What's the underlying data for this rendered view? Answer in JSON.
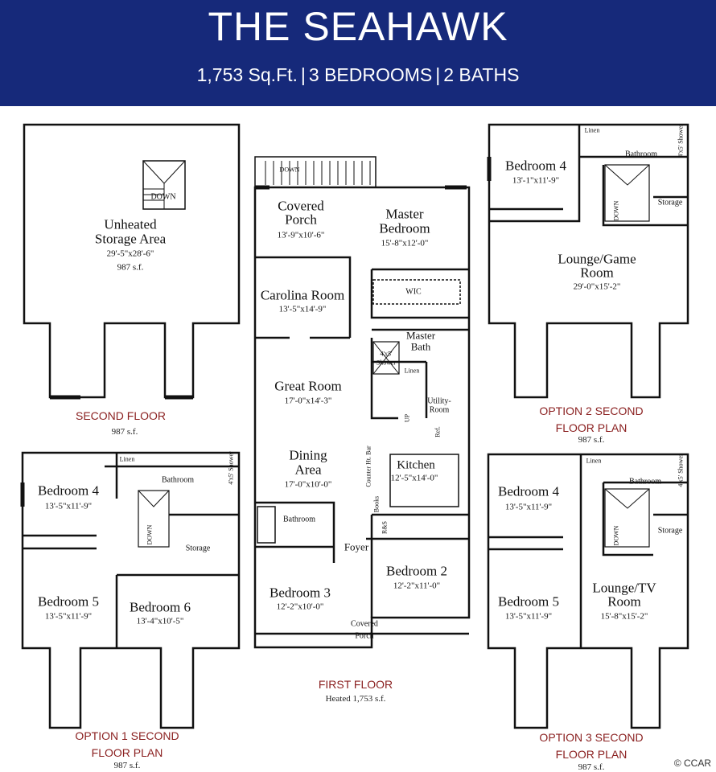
{
  "header": {
    "title": "THE SEAHAWK",
    "sqft": "1,753 Sq.Ft.",
    "bedrooms": "3 BEDROOMS",
    "baths": "2 BATHS",
    "separator": "|",
    "banner_color": "#16297a"
  },
  "second_floor": {
    "room": {
      "line1": "Unheated",
      "line2": "Storage Area",
      "dims": "29'-5\"x28'-6\"",
      "area": "987 s.f."
    },
    "stair_label": "DOWN",
    "caption": "SECOND FLOOR",
    "area": "987 s.f."
  },
  "first_floor": {
    "stair_label": "DOWN",
    "covered_porch_rear": {
      "line1": "Covered",
      "line2": "Porch",
      "dims": "13'-9\"x10'-6\""
    },
    "master_bedroom": {
      "line1": "Master",
      "line2": "Bedroom",
      "dims": "15'-8\"x12'-0\""
    },
    "carolina_room": {
      "name": "Carolina Room",
      "dims": "13'-5\"x14'-9\""
    },
    "wic": "WIC",
    "master_bath": {
      "line1": "Master",
      "line2": "Bath"
    },
    "shower": {
      "size": "4'x5'",
      "name": "Shower"
    },
    "linen": "Linen",
    "great_room": {
      "name": "Great Room",
      "dims": "17'-0\"x14'-3\""
    },
    "utility_room": {
      "line1": "Utility-",
      "line2": "Room"
    },
    "up_label": "UP",
    "ref": "Ref.",
    "dining_area": {
      "line1": "Dining",
      "line2": "Area",
      "dims": "17'-0\"x10'-0\""
    },
    "counter_bar": "Counter Ht. Bar",
    "kitchen": {
      "name": "Kitchen",
      "dims": "12'-5\"x14'-0\""
    },
    "books": "Books",
    "rs": "R&S",
    "bathroom": "Bathroom",
    "foyer": "Foyer",
    "bedroom2": {
      "name": "Bedroom 2",
      "dims": "12'-2\"x11'-0\""
    },
    "bedroom3": {
      "name": "Bedroom 3",
      "dims": "12'-2\"x10'-0\""
    },
    "covered_porch_front": {
      "line1": "Covered",
      "line2": "Porch"
    },
    "caption": "FIRST FLOOR",
    "area": "Heated 1,753 s.f."
  },
  "option2": {
    "bedroom4": {
      "name": "Bedroom 4",
      "dims": "13'-1\"x11'-9\""
    },
    "linen": "Linen",
    "bathroom": "Bathroom",
    "shower": "4'x5' Shower",
    "storage": "Storage",
    "down": "DOWN",
    "lounge": {
      "line1": "Lounge/Game",
      "line2": "Room",
      "dims": "29'-0\"x15'-2\""
    },
    "caption1": "OPTION 2 SECOND",
    "caption2": "FLOOR PLAN",
    "area": "987 s.f."
  },
  "option1": {
    "bedroom4": {
      "name": "Bedroom 4",
      "dims": "13'-5\"x11'-9\""
    },
    "linen": "Linen",
    "bathroom": "Bathroom",
    "shower": "4'x5' Shower",
    "storage": "Storage",
    "down": "DOWN",
    "bedroom5": {
      "name": "Bedroom 5",
      "dims": "13'-5\"x11'-9\""
    },
    "bedroom6": {
      "name": "Bedroom 6",
      "dims": "13'-4\"x10'-5\""
    },
    "caption1": "OPTION 1 SECOND",
    "caption2": "FLOOR PLAN",
    "area": "987 s.f."
  },
  "option3": {
    "bedroom4": {
      "name": "Bedroom 4",
      "dims": "13'-5\"x11'-9\""
    },
    "linen": "Linen",
    "bathroom": "Bathroom",
    "shower": "4'x5' Shower",
    "storage": "Storage",
    "down": "DOWN",
    "bedroom5": {
      "name": "Bedroom 5",
      "dims": "13'-5\"x11'-9\""
    },
    "lounge": {
      "line1": "Lounge/TV",
      "line2": "Room",
      "dims": "15'-8\"x15'-2\""
    },
    "caption1": "OPTION 3 SECOND",
    "caption2": "FLOOR PLAN",
    "area": "987 s.f."
  },
  "watermark": "© CCAR",
  "colors": {
    "caption": "#8a1f1f",
    "wall": "#111111"
  }
}
